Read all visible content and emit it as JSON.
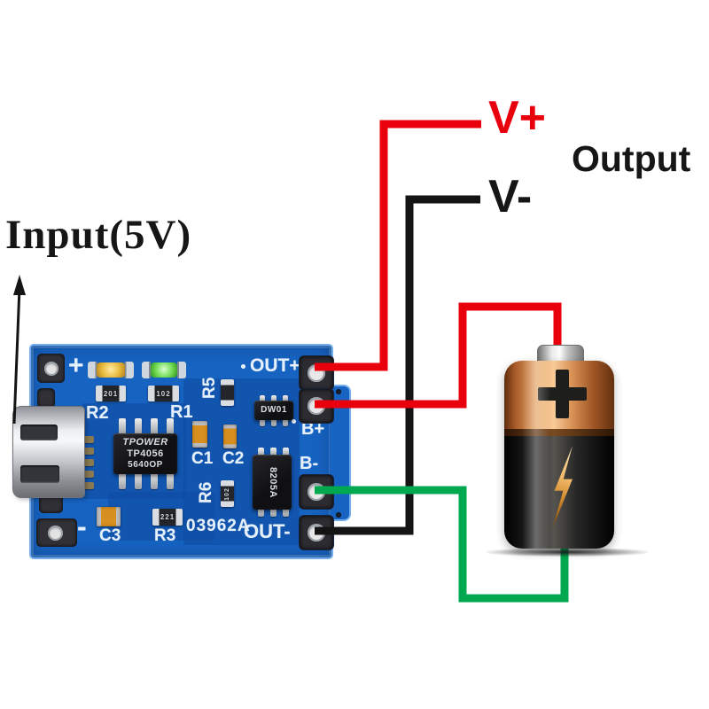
{
  "colors": {
    "background": "#ffffff",
    "wire-positive": "#e8000d",
    "wire-negative": "#141414",
    "wire-battery-negative": "#00a94f",
    "pcb-blue": "#1663c2",
    "pcb-dark": "#0e4aa0",
    "pcb-edge": "#74aeea",
    "silk": "#e6f0fb"
  },
  "labels": {
    "input": "Input(5V)",
    "output": "Output",
    "v_plus": "V+",
    "v_minus": "V-"
  },
  "module": {
    "silk": {
      "plus": "+",
      "minus": "-",
      "out_plus": "OUT+",
      "b_plus": "B+",
      "b_minus": "B-",
      "out_minus": "OUT-",
      "r1": "R1",
      "r2": "R2",
      "r3": "R3",
      "r5": "R5",
      "r6": "R6",
      "c1": "C1",
      "c2": "C2",
      "c3": "C3",
      "board_id": "03962A"
    },
    "chips": {
      "main_brand": "TPOWER",
      "main_part": "TP4056",
      "main_lot": "5640OP",
      "protection_ic": "DW01",
      "mosfet_ic": "8205A"
    },
    "component_codes": {
      "r2": "201",
      "r1": "102",
      "r3": "221",
      "r6": "102"
    }
  },
  "battery": {
    "positive_icon": "plus-cross",
    "charge_icon": "lightning-bolt"
  }
}
